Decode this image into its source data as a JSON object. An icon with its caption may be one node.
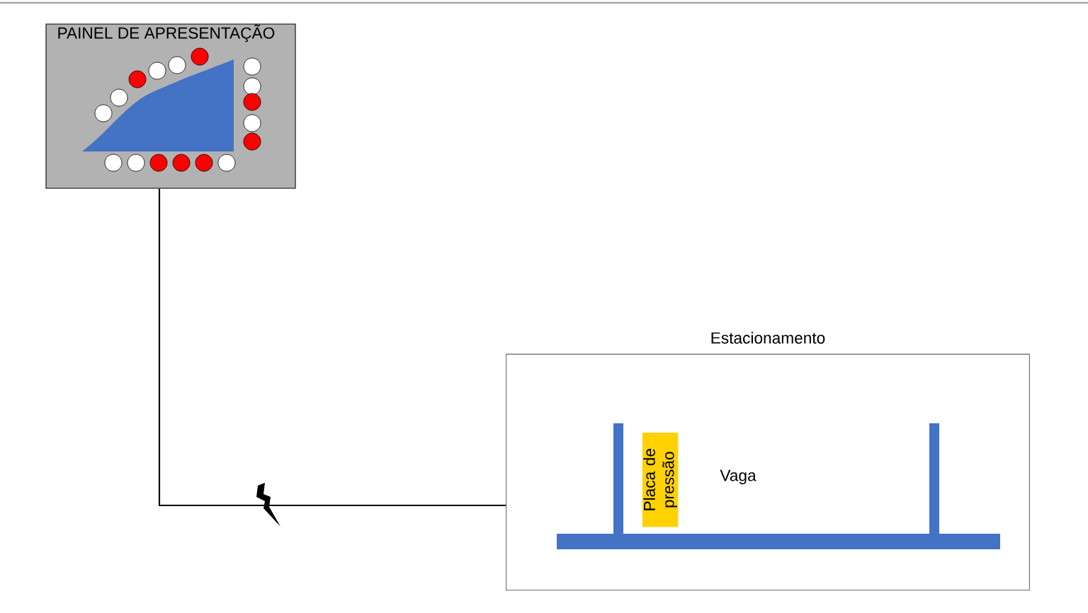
{
  "diagram": {
    "nodes": [
      {
        "text": [
          "PAINEL DE APRESENTAÇÃO"
        ]
      },
      {
        "text": [
          "Estacionamento"
        ]
      },
      {
        "text": [
          "Placa de pressão"
        ],
        "in": 1
      }
    ],
    "edges": [
      {
        "from": 0,
        "to": 1,
        "arrow": "none"
      }
    ],
    "labels": [
      "Vaga"
    ]
  }
}
